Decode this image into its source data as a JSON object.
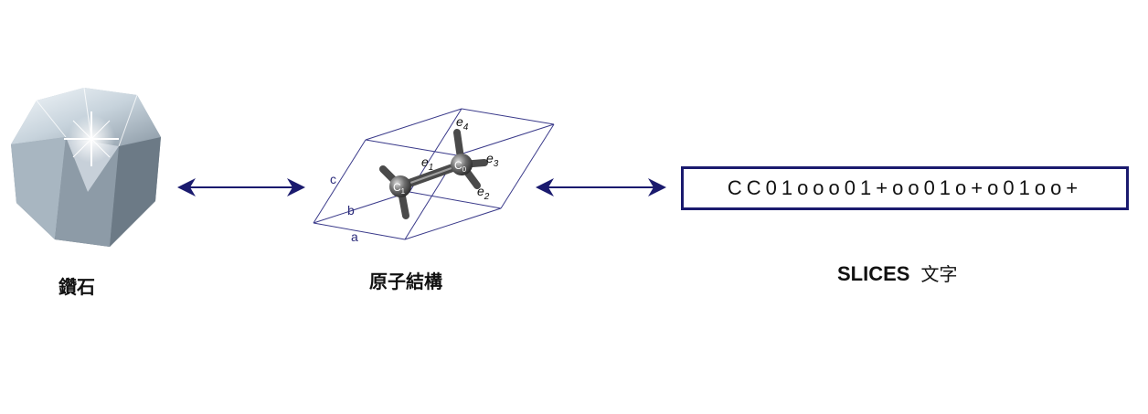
{
  "diamond": {
    "caption": "鑽石",
    "icon": "diamond-gem-icon"
  },
  "structure": {
    "caption": "原子結構",
    "lattice_labels": {
      "a": "a",
      "b": "b",
      "c": "c"
    },
    "atoms": [
      {
        "symbol": "C",
        "index": "1"
      },
      {
        "symbol": "C",
        "index": "0"
      }
    ],
    "edge_labels": [
      {
        "base": "e",
        "sub": "1"
      },
      {
        "base": "e",
        "sub": "2"
      },
      {
        "base": "e",
        "sub": "3"
      },
      {
        "base": "e",
        "sub": "4"
      }
    ]
  },
  "slices": {
    "string": "CC01ooo01+oo01o+o01oo+",
    "caption_en": "SLICES",
    "caption_zh": "文字"
  },
  "colors": {
    "arrow": "#1a1a6e",
    "box_border": "#1a1a6e",
    "lattice": "#3a3a8a",
    "bond": "#555555"
  }
}
